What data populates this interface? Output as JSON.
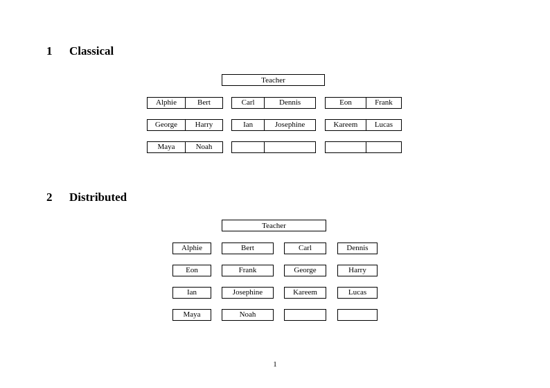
{
  "document": {
    "page_number": "1"
  },
  "sections": [
    {
      "number": "1",
      "title": "Classical",
      "teacher_label": "Teacher",
      "layout": "grouped",
      "groups": [
        {
          "rows": [
            [
              "Alphie",
              "Bert"
            ],
            [
              "George",
              "Harry"
            ],
            [
              "Maya",
              "Noah"
            ]
          ]
        },
        {
          "rows": [
            [
              "Carl",
              "Dennis"
            ],
            [
              "Ian",
              "Josephine"
            ],
            [
              "",
              ""
            ]
          ]
        },
        {
          "rows": [
            [
              "Eon",
              "Frank"
            ],
            [
              "Kareem",
              "Lucas"
            ],
            [
              "",
              ""
            ]
          ]
        }
      ]
    },
    {
      "number": "2",
      "title": "Distributed",
      "teacher_label": "Teacher",
      "layout": "separated",
      "rows": [
        [
          "Alphie",
          "Bert",
          "Carl",
          "Dennis"
        ],
        [
          "Eon",
          "Frank",
          "George",
          "Harry"
        ],
        [
          "Ian",
          "Josephine",
          "Kareem",
          "Lucas"
        ],
        [
          "Maya",
          "Noah",
          "",
          ""
        ]
      ]
    }
  ],
  "colors": {
    "page_background": "#ffffff",
    "text": "#000000",
    "border": "#000000"
  }
}
